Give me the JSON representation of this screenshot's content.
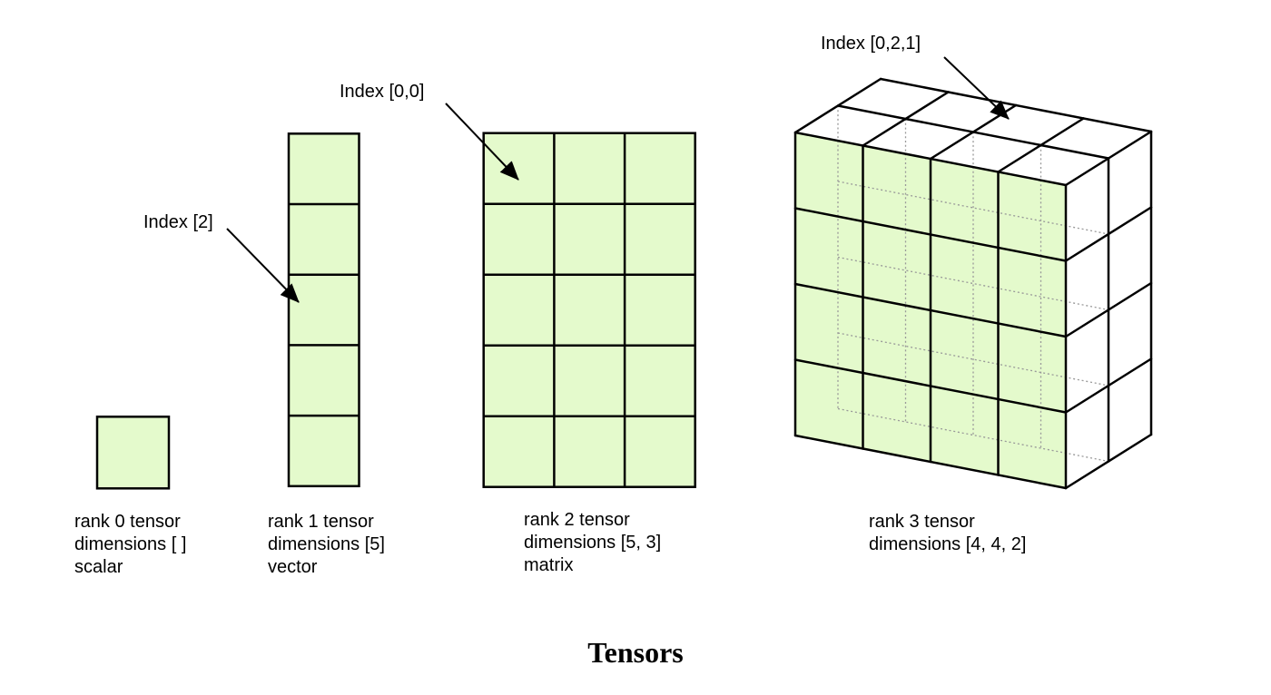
{
  "title": "Tensors",
  "colors": {
    "background": "#FFFFFF",
    "cell_fill": "#E4FACC",
    "stroke": "#000000",
    "hidden_edge": "#999999",
    "face_white": "#FFFFFF",
    "text": "#000000"
  },
  "tensors": [
    {
      "rank": 0,
      "label_lines": [
        "rank 0 tensor",
        "dimensions [ ]",
        "scalar"
      ],
      "visible_cells": "1 square"
    },
    {
      "rank": 1,
      "label_lines": [
        "rank 1 tensor",
        "dimensions [5]",
        "vector"
      ],
      "visible_cells": "5 cells in one column"
    },
    {
      "rank": 2,
      "label_lines": [
        "rank 2 tensor",
        "dimensions [5, 3]",
        "matrix"
      ],
      "visible_cells": "5 rows by 3 columns"
    },
    {
      "rank": 3,
      "label_lines": [
        "rank 3 tensor",
        "dimensions [4, 4, 2]"
      ],
      "visible_cells": "4 by 4 front face, 2 deep"
    }
  ],
  "annotations": [
    {
      "label": "Index [2]",
      "points_to": "third cell of the vector"
    },
    {
      "label": "Index [0,0]",
      "points_to": "top-left cell of the matrix"
    },
    {
      "label": "Index [0,2,1]",
      "points_to": "back-row cell on top of the cube"
    }
  ]
}
